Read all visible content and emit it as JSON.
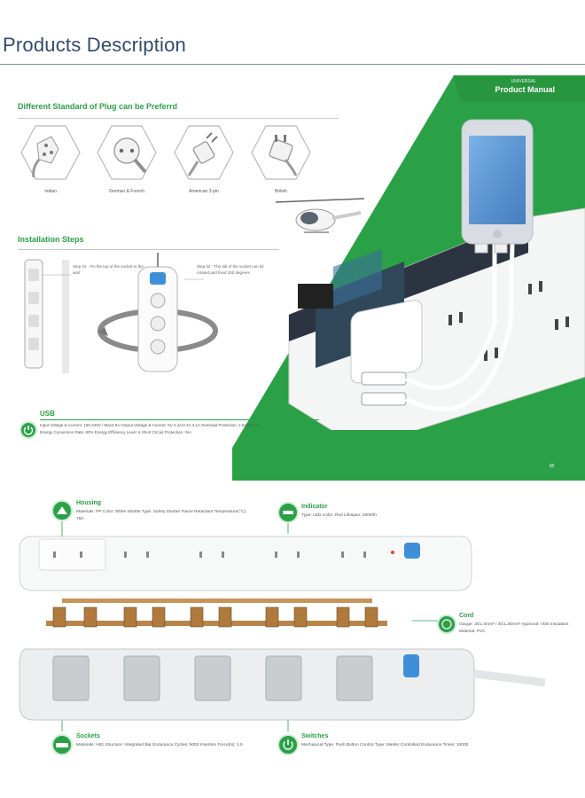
{
  "page": {
    "title": "Products Description"
  },
  "manual": {
    "header_small": "UNIVERSAL",
    "header_title": "Product Manual",
    "plug_section_title": "Different Standard of Plug can be Preferrd",
    "plugs": [
      {
        "label": "Indian"
      },
      {
        "label": "German & French"
      },
      {
        "label": "American 3-pin"
      },
      {
        "label": "British"
      }
    ],
    "install_section_title": "Installation Steps",
    "step1": "Step 01 · Fix the top of the socket to the wall",
    "step2": "Step 02 · The tail of the socket can be rotated and fixed 330 degrees",
    "usb_title": "USB",
    "usb_specs": "Input Voltage & Current: 100-240V / Max3.5A   Output Voltage & Current: 5V 2.4A/2.4A 3.1A   Overload Protection: 2.5A/13.7A   Energy Conversion Rate: 80%   Energy Efficiency Level: 6   Short Circuit Protection: Yes",
    "page_number": "18"
  },
  "exploded": {
    "housing_title": "Housing",
    "housing_body": "Materials: PP   Color: White   Shuttle Type: Safety Shutter   Flame Retardant Temperature(°C): 750",
    "indicator_title": "Indicator",
    "indicator_body": "Type: LED   Color: Red   Lifespan: 20000h",
    "cord_title": "Cord",
    "cord_body": "Gauge: 3G1.5mm² / 3G1.25mm²   Approval: VDE   Insulation Material: PVC",
    "sockets_title": "Sockets",
    "sockets_body": "Materials: H62   Structure: Integrated Bar   Endurance Cycles: 5000   Insertion Force(N): 1.5",
    "switches_title": "Switches",
    "switches_body": "Mechanical Type: Push Button   Control Type: Master Controlled   Endurance Times: 10000"
  },
  "colors": {
    "brand_green": "#2aa146",
    "title_blue": "#2f4b6e",
    "switch_blue": "#3f8fd8"
  }
}
